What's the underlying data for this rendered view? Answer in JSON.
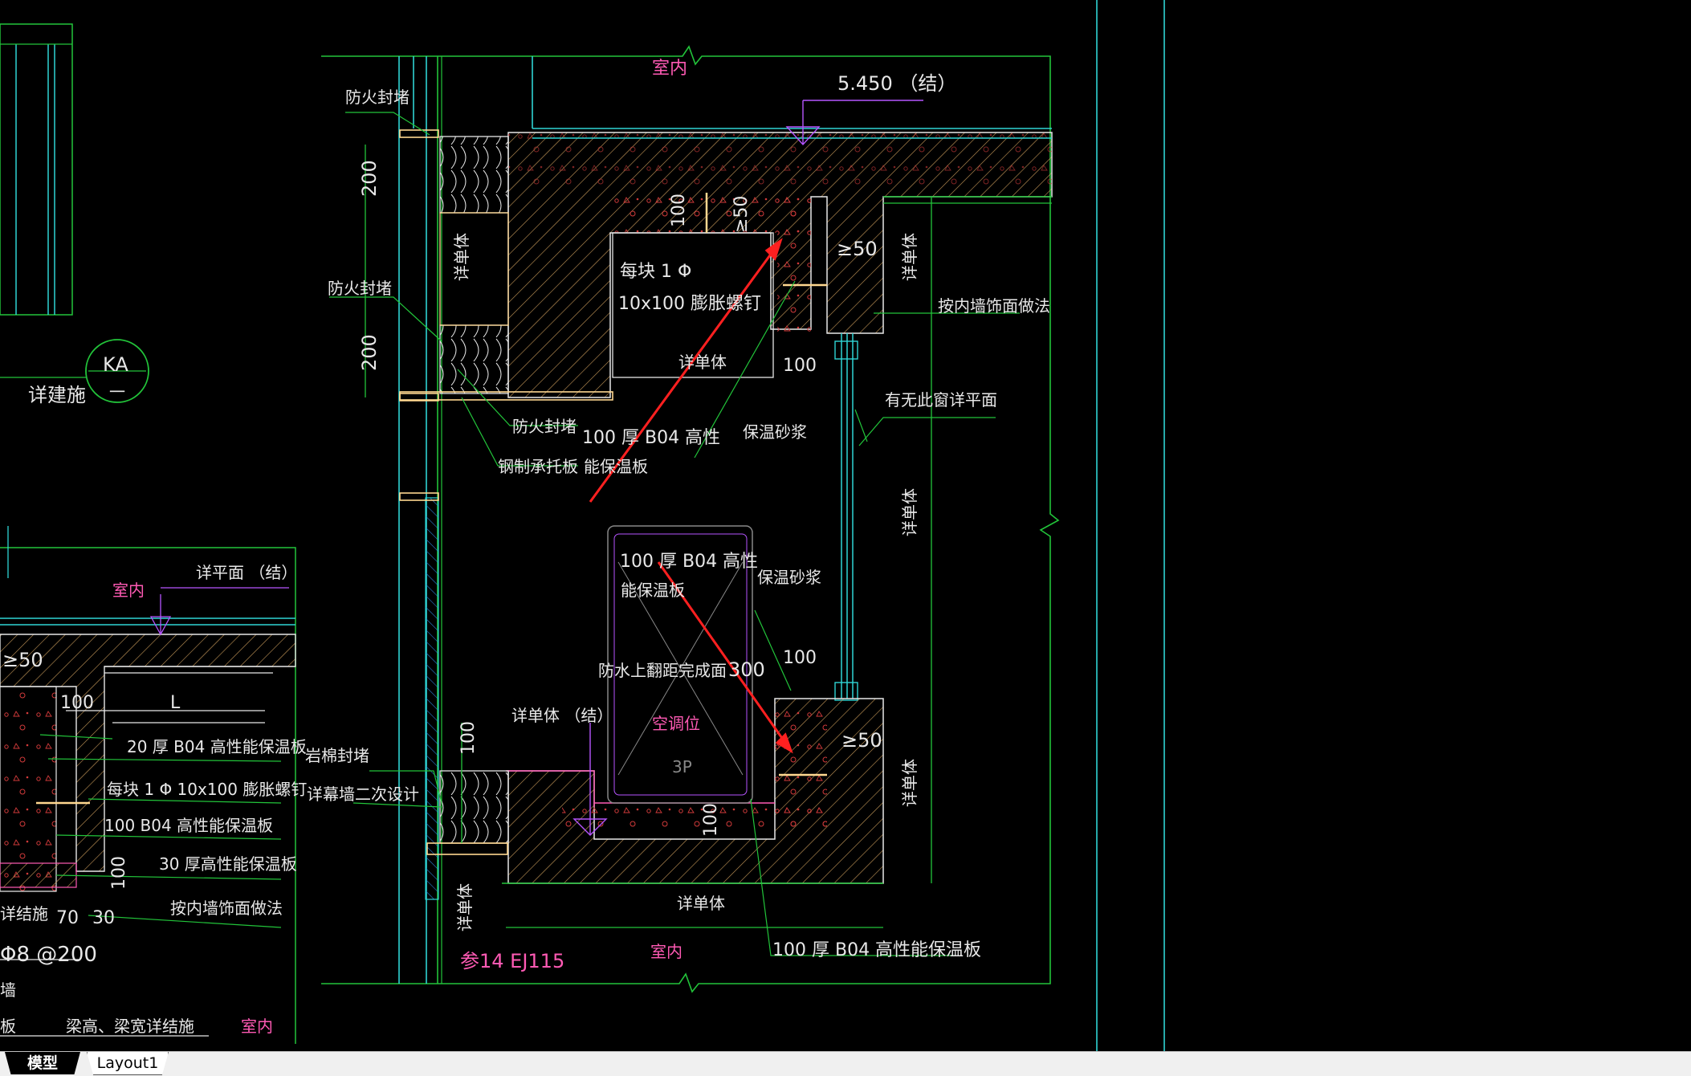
{
  "colors": {
    "background": "#000000",
    "line_green": "#22c43a",
    "line_cyan": "#2fd4d4",
    "line_white": "#e8e8e8",
    "hatch": "#c89a5a",
    "text": "#e8e8e8",
    "text_magenta": "#ff5ab4",
    "arrow_red": "#ff2020"
  },
  "labels": {
    "elevation": "5.450 （结）",
    "indoor_top": "室内",
    "indoor_left": "室内",
    "indoor_bottom": "室内",
    "indoor_bottom_left": "室内",
    "firestop_1": "防火封堵",
    "firestop_2": "防火封堵",
    "firestop_3": "防火封堵",
    "dim_200_a": "200",
    "dim_200_b": "200",
    "dim_100_top": "100",
    "dim_ge50_top": "≥50",
    "dim_ge50_right": "≥50",
    "dim_100_mid": "100",
    "dim_100_mid2": "100",
    "dim_100_left_v": "100",
    "dim_100_bottom": "100",
    "dim_ge50_bottom": "≥50",
    "dim_300": "300",
    "bolt_1": "每块  1 Φ",
    "bolt_2": "10x100   膨胀螺钉",
    "see_unit_mid": "详单体",
    "see_unit_right_1": "详单体",
    "see_unit_right_2": "详单体",
    "see_unit_right_3": "详单体",
    "see_unit_bottom": "详单体",
    "see_unit_vert_left": "详单体",
    "see_unit_bottom_v": "详单体",
    "see_unit_struct": "详单体   （结）",
    "follow_inner_wall": "按内墙饰面做法",
    "window_note": "有无此窗详平面",
    "insulation_mortar_1": "保温砂浆",
    "insulation_mortar_2": "保温砂浆",
    "board_100_1": "100  厚  B04  高性",
    "board_100_2": "能保温板",
    "board_100_3": "100  厚  B04  高性",
    "board_100_4": "能保温板",
    "steel_bracket": "钢制承托板",
    "waterproof": "防水上翻距完成面",
    "ac_position": "空调位",
    "ac_3p": "3P",
    "rock_wool": "岩棉封堵",
    "curtain_wall": "详幕墙二次设计",
    "ref_ej": "参14 EJ115",
    "board_100_bottom": "100  厚  B04  高性能保温板",
    "ka": "KA",
    "ka_sub": "一",
    "see_arch": "详建施",
    "left_plan": "详平面     （结）",
    "left_ge50": "≥50",
    "left_100": "100",
    "left_L": "L",
    "left_20board": "20  厚  B04  高性能保温板",
    "left_bolt": "每块   1 Φ 10x100    膨胀螺钉",
    "left_100board": "100  B04  高性能保温板",
    "left_30board": "30  厚高性能保温板",
    "left_100_v": "100",
    "left_inner_wall": "按内墙饰面做法",
    "left_70": "70",
    "left_30": "30",
    "left_struct": "详结施",
    "left_rebar": "Φ8 @200",
    "left_beam": "梁高、梁宽详结施",
    "left_wall": "墙",
    "left_board": "板"
  },
  "tabs": {
    "model": "模型",
    "layout1": "Layout1"
  }
}
